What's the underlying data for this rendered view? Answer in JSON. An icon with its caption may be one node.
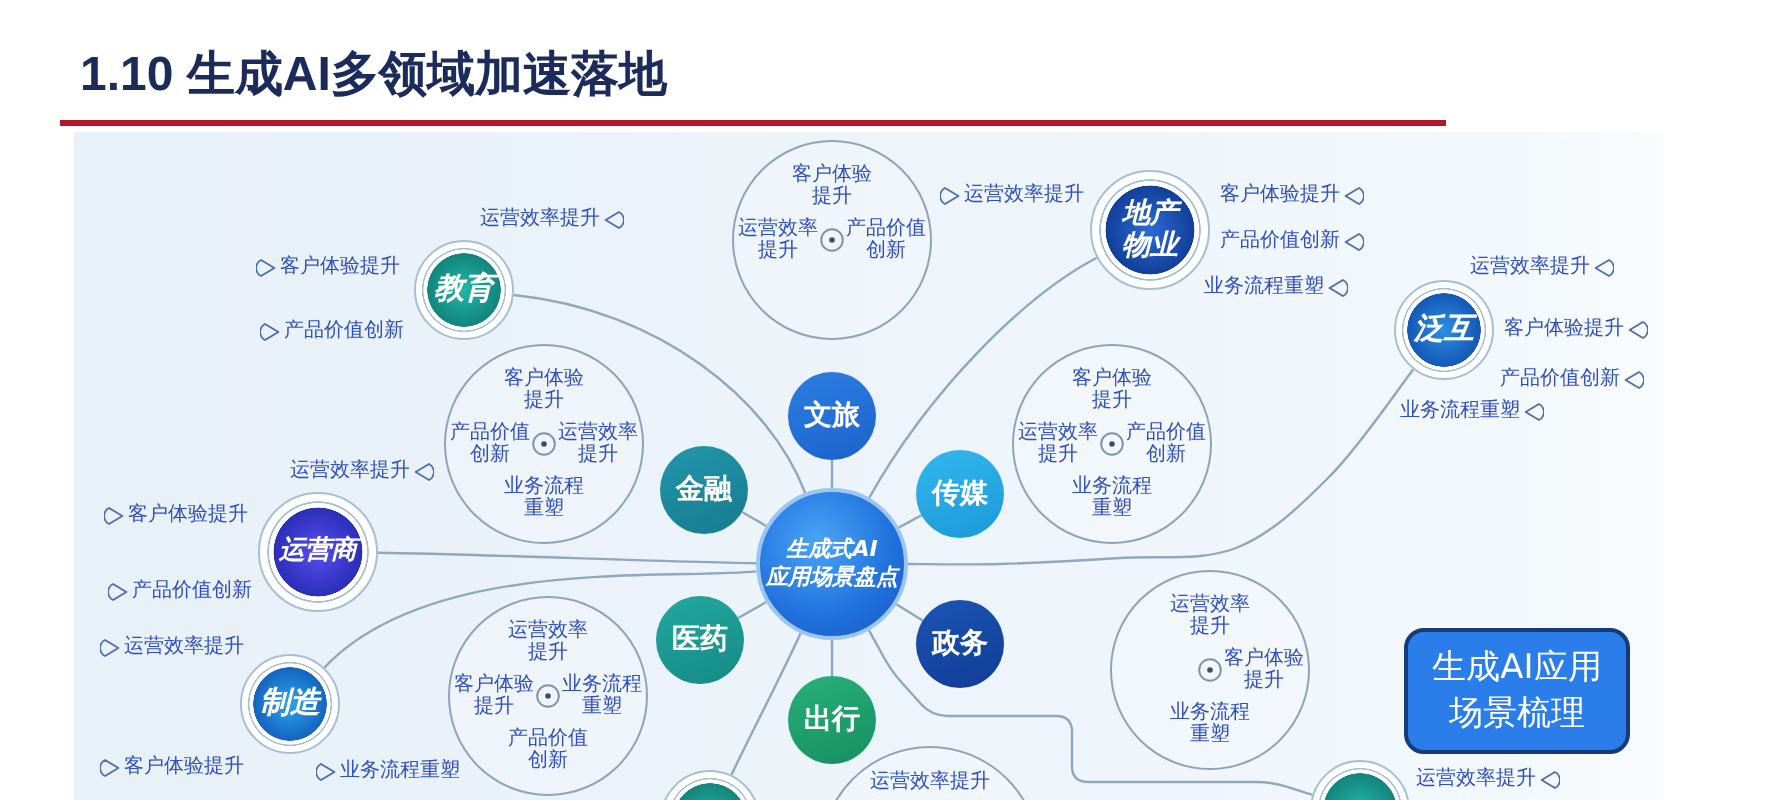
{
  "diagram": {
    "title": "1.10 生成AI多领域加速落地",
    "nodes": [
      {
        "text": [
          "教育"
        ],
        "beside": [
          "运营效率提升",
          "客户体验提升",
          "产品价值创新"
        ]
      },
      {
        "text": [
          "客户体验提升",
          "运营效率提升",
          "产品价值创新"
        ]
      },
      {
        "text": [
          "地产物业"
        ],
        "beside": [
          "运营效率提升",
          "客户体验提升",
          "产品价值创新",
          "业务流程重塑"
        ]
      },
      {
        "text": [
          "泛互"
        ],
        "beside": [
          "运营效率提升",
          "客户体验提升",
          "产品价值创新",
          "业务流程重塑"
        ]
      },
      {
        "text": [
          "文旅"
        ]
      },
      {
        "text": [
          "客户体验提升",
          "产品价值创新",
          "运营效率提升",
          "业务流程重塑"
        ]
      },
      {
        "text": [
          "客户体验提升",
          "运营效率提升",
          "产品价值创新",
          "业务流程重塑"
        ]
      },
      {
        "text": [
          "金融"
        ]
      },
      {
        "text": [
          "传媒"
        ]
      },
      {
        "text": [
          "运营商"
        ],
        "beside": [
          "运营效率提升",
          "客户体验提升",
          "产品价值创新"
        ]
      },
      {
        "text": [
          "生成式AI应用场景盘点"
        ]
      },
      {
        "text": [
          "医药"
        ]
      },
      {
        "text": [
          "政务"
        ]
      },
      {
        "text": [
          "运营效率提升",
          "客户体验提升",
          "业务流程重塑",
          "产品价值创新"
        ]
      },
      {
        "text": [
          "运营效率提升",
          "客户体验提升",
          "业务流程重塑"
        ]
      },
      {
        "text": [
          "制造"
        ],
        "beside": [
          "运营效率提升",
          "客户体验提升",
          "业务流程重塑"
        ]
      },
      {
        "text": [
          "出行"
        ]
      },
      {
        "text": [
          "生成AI应用场景梳理"
        ]
      },
      {
        "text": [
          "运营效率提升"
        ]
      },
      {
        "text": [],
        "shape": "circle"
      },
      {
        "text": [],
        "shape": "circle",
        "beside": [
          "运营效率提升"
        ]
      }
    ],
    "edges": [
      {
        "from": 10,
        "to": 4,
        "arrow": "none"
      },
      {
        "from": 10,
        "to": 7,
        "arrow": "none"
      },
      {
        "from": 10,
        "to": 8,
        "arrow": "none"
      },
      {
        "from": 10,
        "to": 11,
        "arrow": "none"
      },
      {
        "from": 10,
        "to": 12,
        "arrow": "none"
      },
      {
        "from": 10,
        "to": 16,
        "arrow": "none"
      },
      {
        "from": 10,
        "to": 0,
        "arrow": "none"
      },
      {
        "from": 10,
        "to": 2,
        "arrow": "none"
      },
      {
        "from": 10,
        "to": 3,
        "arrow": "none"
      },
      {
        "from": 10,
        "to": 9,
        "arrow": "none"
      },
      {
        "from": 10,
        "to": 15,
        "arrow": "none"
      },
      {
        "from": 10,
        "to": 19,
        "arrow": "none"
      },
      {
        "from": 10,
        "to": 20,
        "arrow": "none"
      }
    ]
  }
}
